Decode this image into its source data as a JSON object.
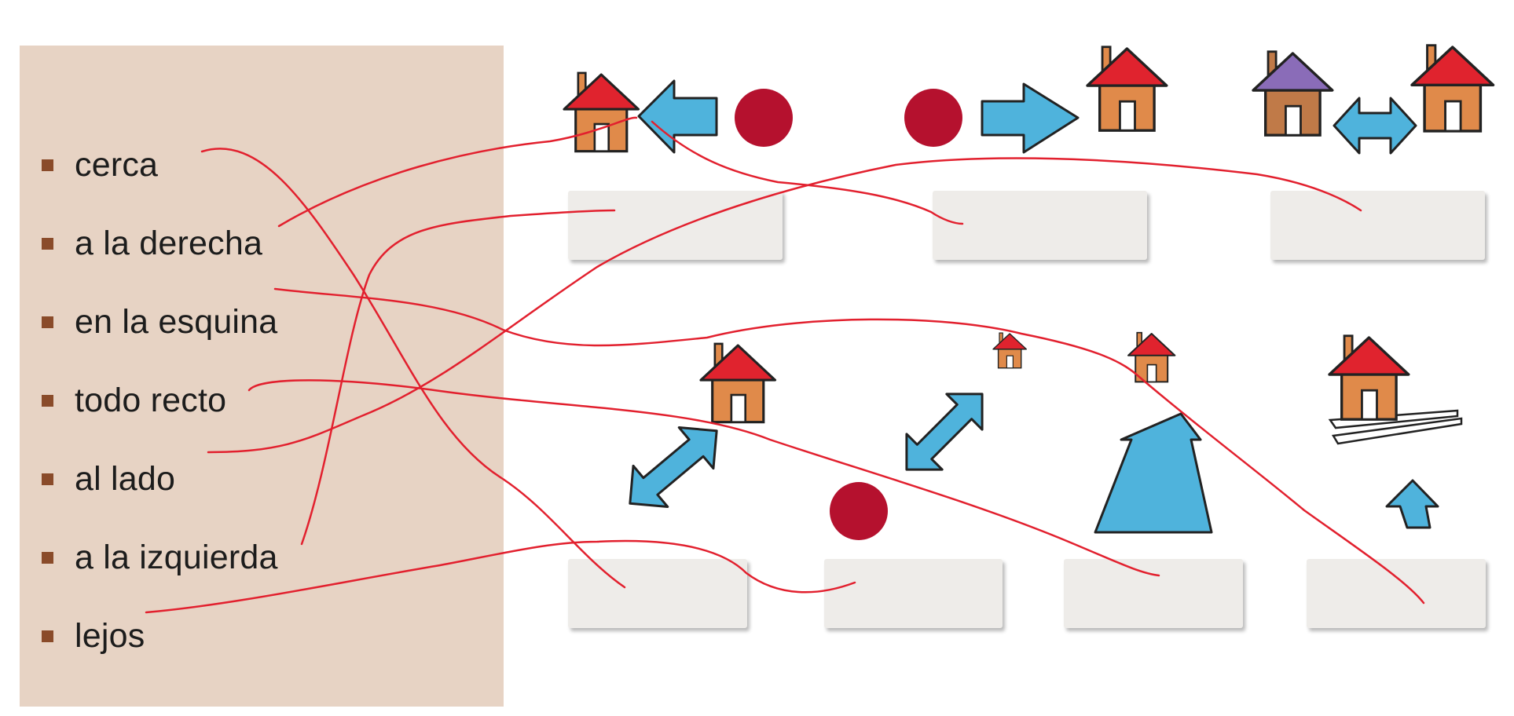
{
  "words": [
    {
      "label": "cerca"
    },
    {
      "label": "a la derecha"
    },
    {
      "label": "en la esquina"
    },
    {
      "label": "todo recto"
    },
    {
      "label": "al lado"
    },
    {
      "label": "a la izquierda"
    },
    {
      "label": "lejos"
    }
  ],
  "colors": {
    "panel": "#e7d3c4",
    "bullet": "#8a4b2a",
    "roof_red": "#e0232e",
    "roof_purple": "#8a6cb8",
    "wall_orange": "#e08a4a",
    "wall_brown": "#c07a48",
    "arrow_blue": "#4fb3dc",
    "dot": "#b5112e",
    "answer_box": "#eeece9",
    "connector_line": "#e2202e"
  },
  "icons": [
    "house-icon",
    "left-arrow-icon",
    "right-arrow-icon",
    "double-arrow-icon",
    "diagonal-double-arrow-icon",
    "up-arrow-icon",
    "red-dot-icon"
  ]
}
